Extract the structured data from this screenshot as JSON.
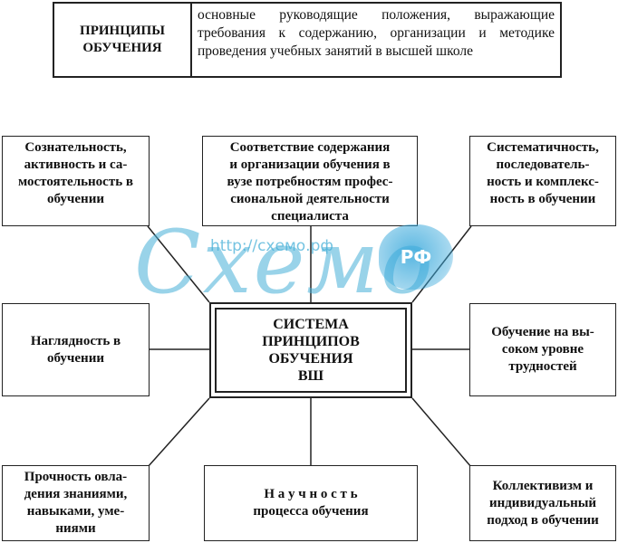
{
  "definition": {
    "term": "ПРИНЦИПЫ\nОБУЧЕНИЯ",
    "text": "основные руководящие положения, выражающие требования к содержанию, организации и методике проведения учебных занятий в высшей школе"
  },
  "center": {
    "label": "СИСТЕМА\nПРИНЦИПОВ\nОБУЧЕНИЯ\nВШ"
  },
  "principles": {
    "top_left": "Сознательность,\nактивность и са-\nмостоятельность в\nобучении",
    "top_center": "Соответствие содержания\nи организации обучения в\nвузе потребностям профес-\nсиональной деятельности\nспециалиста",
    "top_right": "Систематичность,\nпоследователь-\nность и комплекс-\nность в обучении",
    "mid_left": "Наглядность в\nобучении",
    "mid_right": "Обучение на вы-\nсоком уровне\nтрудностей",
    "bottom_left": "Прочность овла-\nдения знаниями,\nнавыками, уме-\nниями",
    "bottom_center": "Н а у ч н о с т ь\nпроцесса обучения",
    "bottom_right": "Коллективизм и\nиндивидуальный\nподход в обучении"
  },
  "watermark": {
    "url": "http://схемо.рф",
    "script": "Схемо",
    "badge": "РФ"
  }
}
